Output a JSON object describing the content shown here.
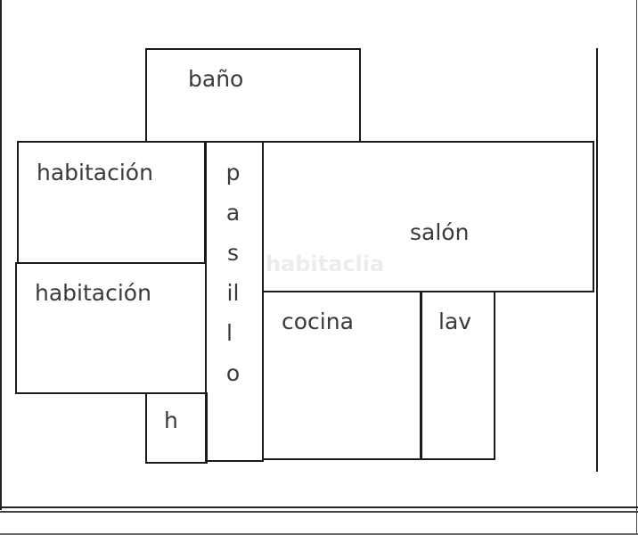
{
  "plan": {
    "rooms": {
      "bano": {
        "label": "baño"
      },
      "habitacion1": {
        "label": "habitación"
      },
      "habitacion2": {
        "label": "habitación"
      },
      "pasillo": {
        "label": "pasillo",
        "letters": [
          "p",
          "a",
          "s",
          "il",
          "l",
          "o"
        ]
      },
      "salon": {
        "label": "salón"
      },
      "cocina": {
        "label": "cocina"
      },
      "lavadero": {
        "label": "lav"
      },
      "h": {
        "label": "h"
      }
    },
    "watermark": "habitaclia",
    "colors": {
      "line": "#1a1a1a",
      "text": "#3a3a3a",
      "background": "#ffffff"
    }
  }
}
